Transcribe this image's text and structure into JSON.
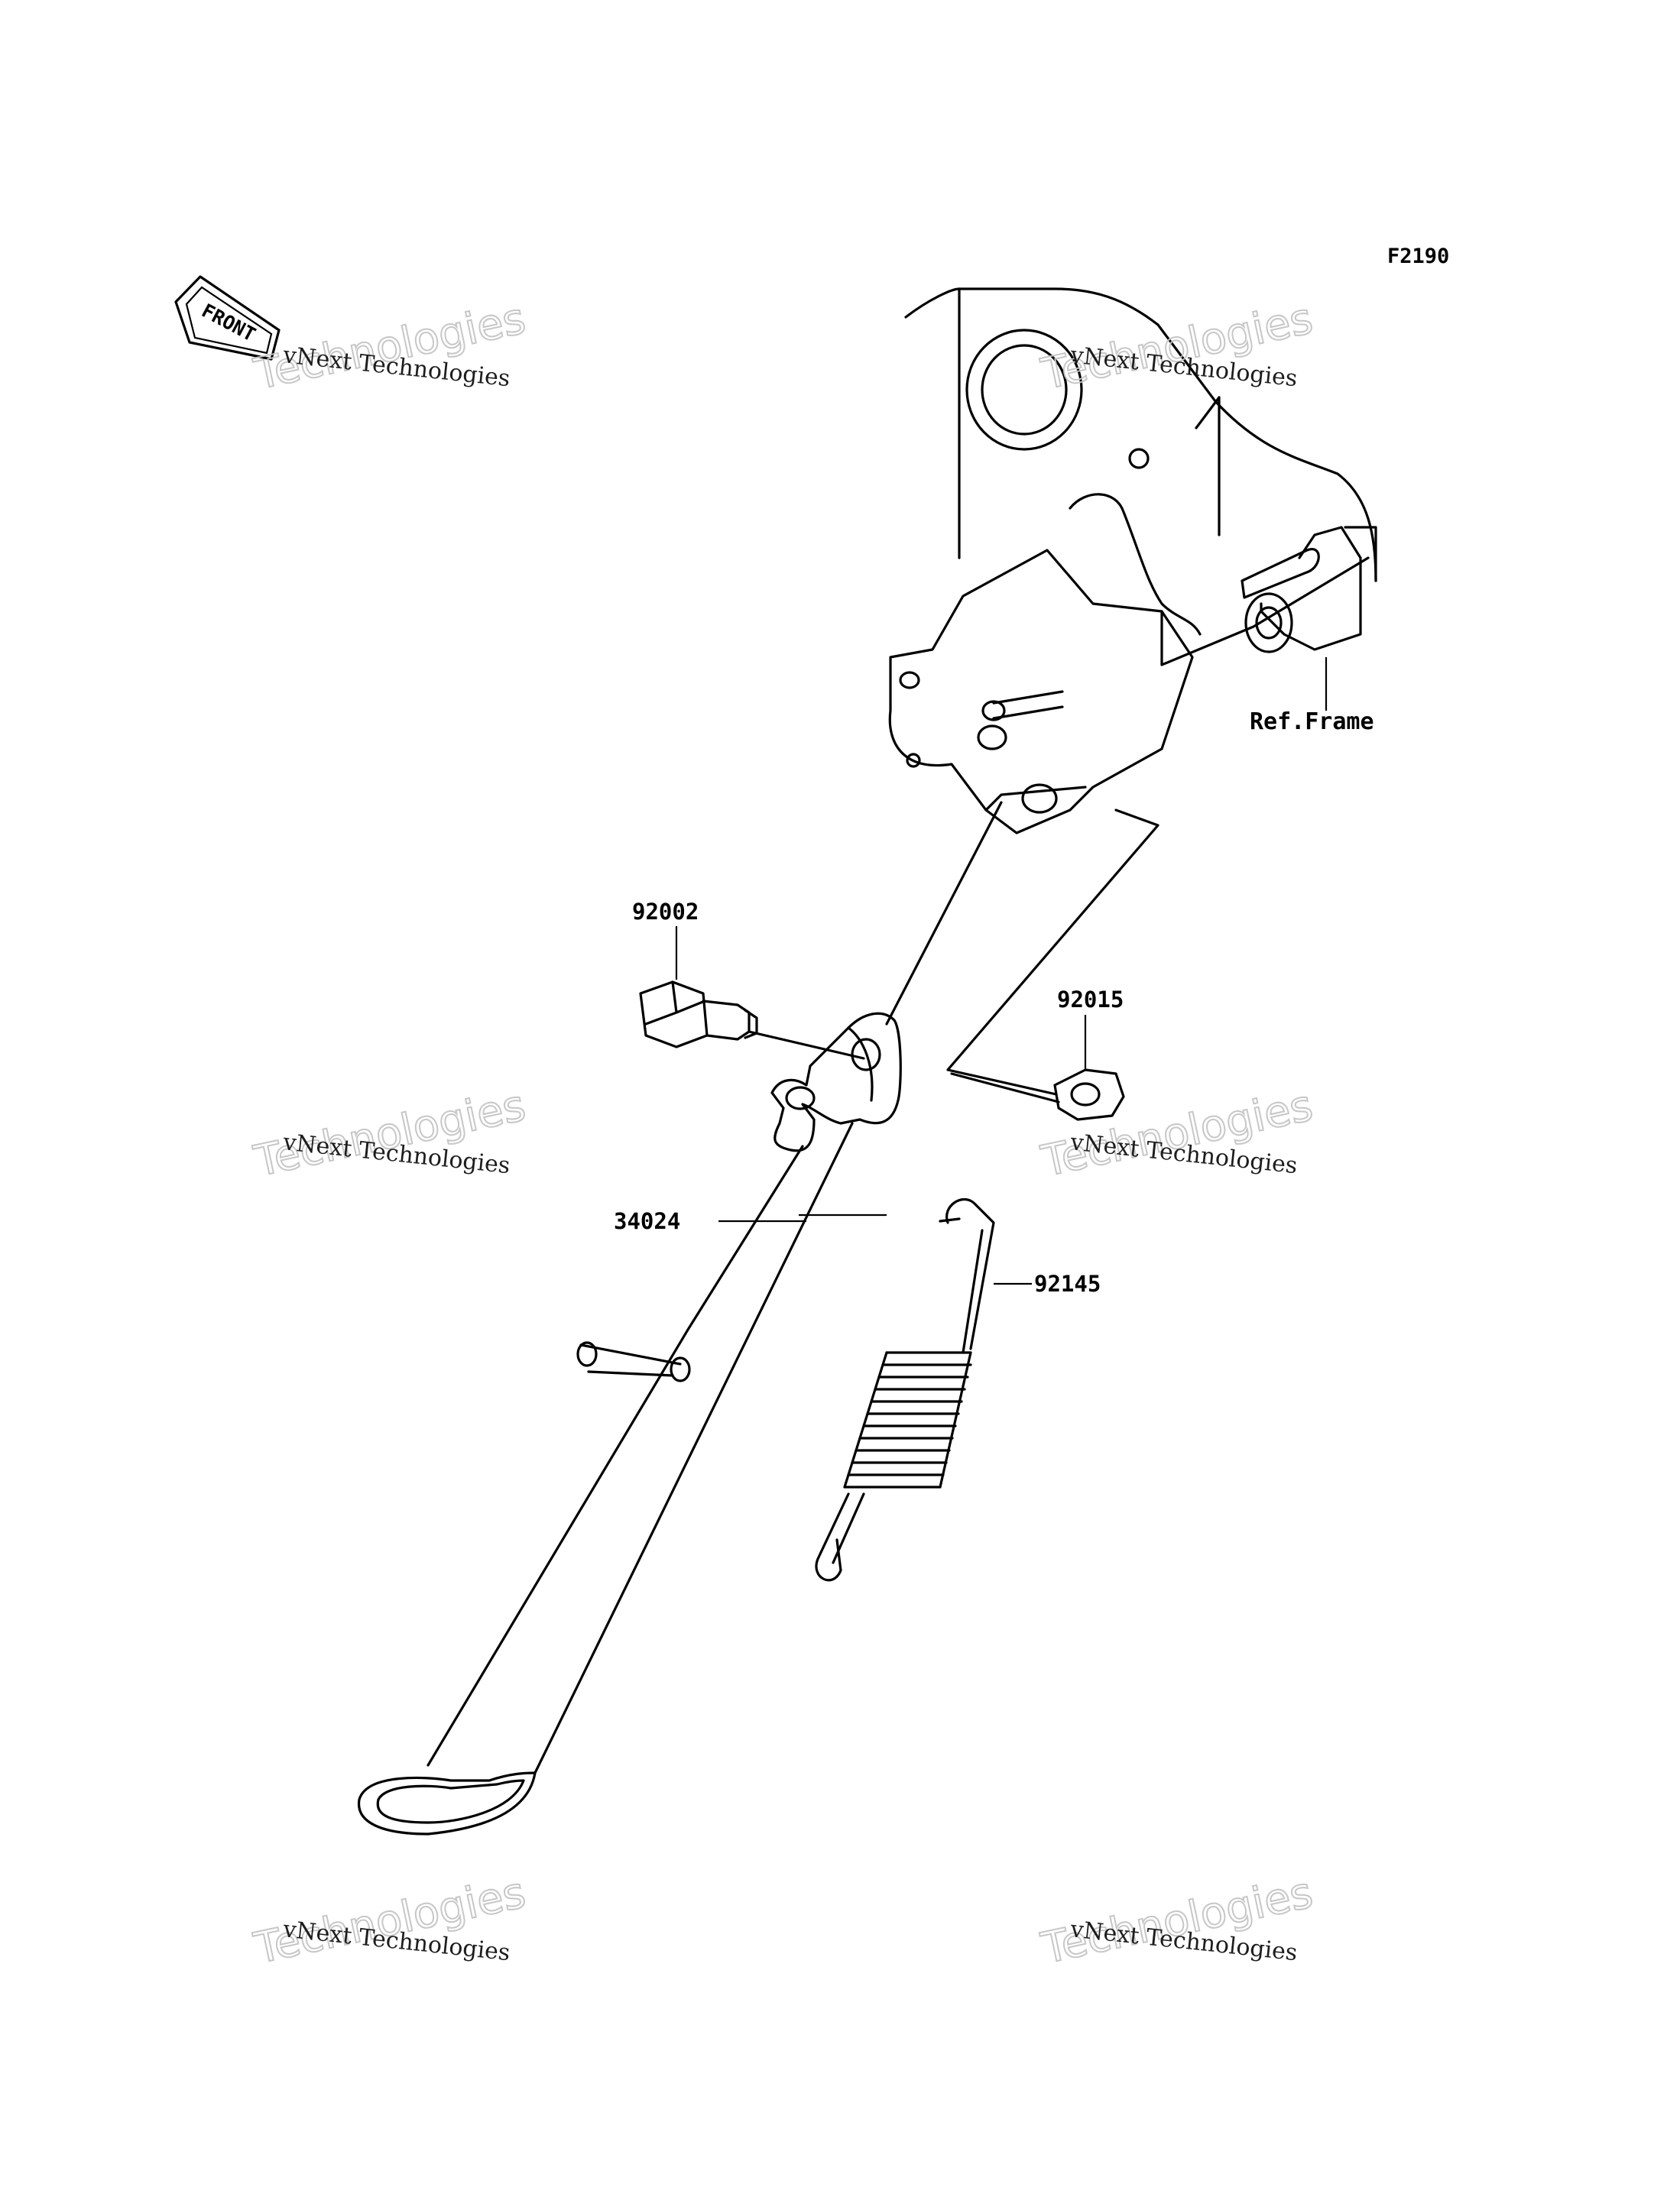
{
  "figure_code": "F2190",
  "front_badge": "FRONT",
  "frame_reference": "Ref.Frame",
  "parts": [
    {
      "number": "92002",
      "name": "bolt"
    },
    {
      "number": "92015",
      "name": "nut"
    },
    {
      "number": "34024",
      "name": "side-stand"
    },
    {
      "number": "92145",
      "name": "spring"
    }
  ],
  "watermark": {
    "line": "vNext Technologies",
    "big": "Technologies"
  }
}
